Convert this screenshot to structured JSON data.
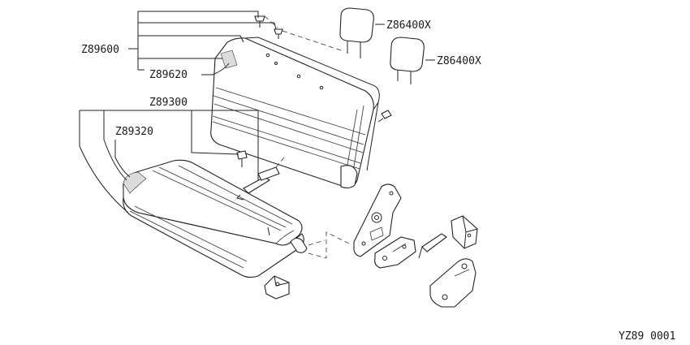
{
  "labels": {
    "headrest_1": "Z86400X",
    "headrest_2": "Z86400X",
    "seat_back_group": "Z89600",
    "seat_back_trim": "Z89620",
    "cushion_group": "Z89300",
    "cushion_trim": "Z89320",
    "diagram_id": "YZ89 0001"
  }
}
